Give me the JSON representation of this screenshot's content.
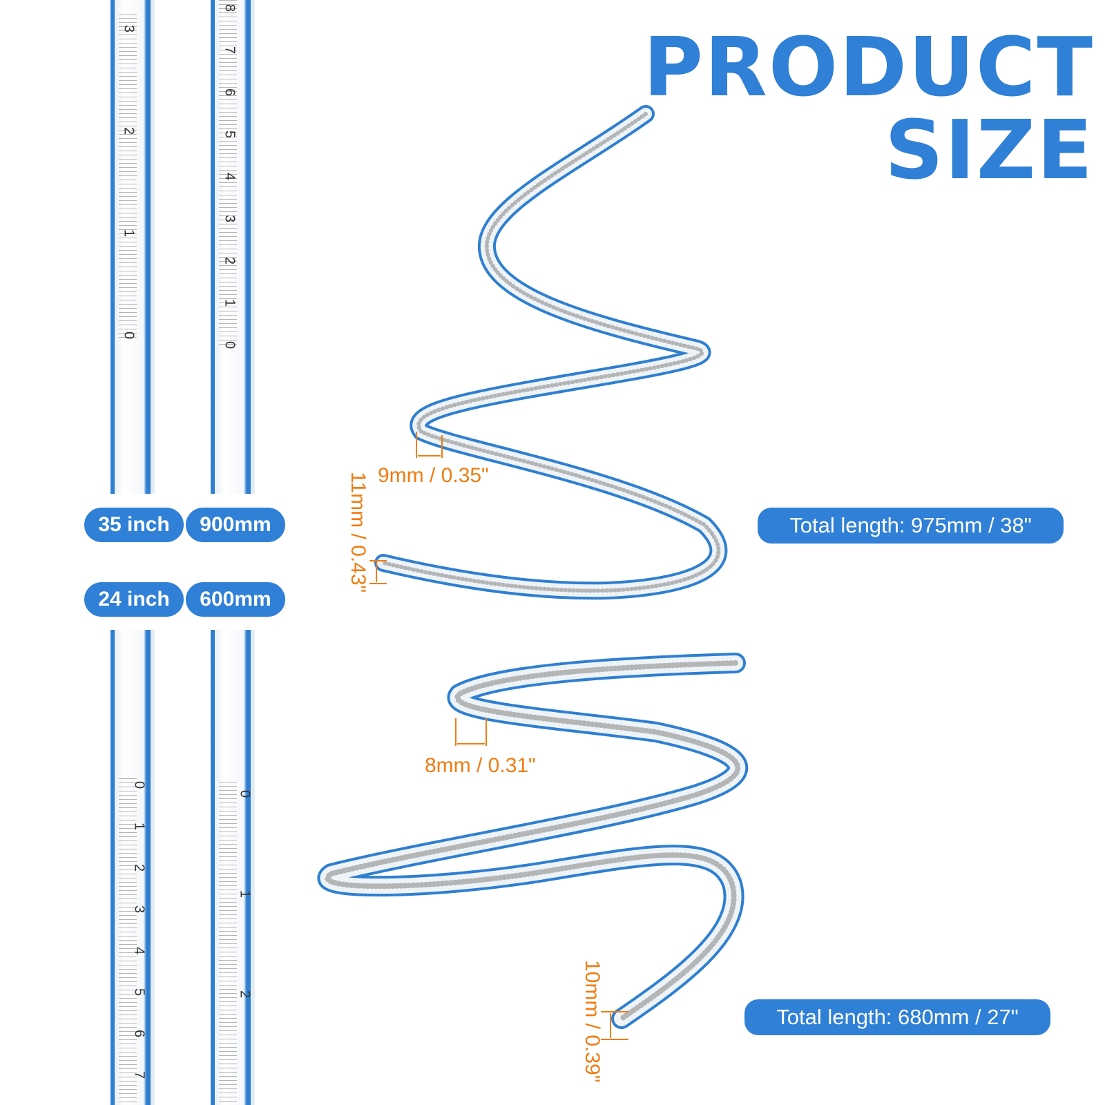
{
  "header": {
    "line1": "PRODUCT",
    "line2": "SIZE"
  },
  "size_large": {
    "inch_label": "35 inch",
    "mm_label": "900mm"
  },
  "size_small": {
    "inch_label": "24 inch",
    "mm_label": "600mm"
  },
  "large_ruler": {
    "width_dim": "9mm / 0.35\"",
    "height_dim": "11mm / 0.43\"",
    "total_length": "Total length: 975mm / 38\""
  },
  "small_ruler": {
    "width_dim": "8mm / 0.31\"",
    "height_dim": "10mm / 0.39\"",
    "total_length": "Total length: 680mm / 27\""
  },
  "strip_scales": {
    "top_left": [
      "3",
      "2",
      "1",
      "0"
    ],
    "top_right": [
      "8",
      "7",
      "6",
      "5",
      "4",
      "3",
      "2",
      "1",
      "0"
    ],
    "bottom_left": [
      "0",
      "1",
      "2",
      "3",
      "4",
      "5",
      "6",
      "7"
    ],
    "bottom_right": [
      "0",
      "1",
      "2"
    ]
  },
  "colors": {
    "brand_blue": "#2f80d6",
    "dimension_orange": "#f07c11"
  }
}
